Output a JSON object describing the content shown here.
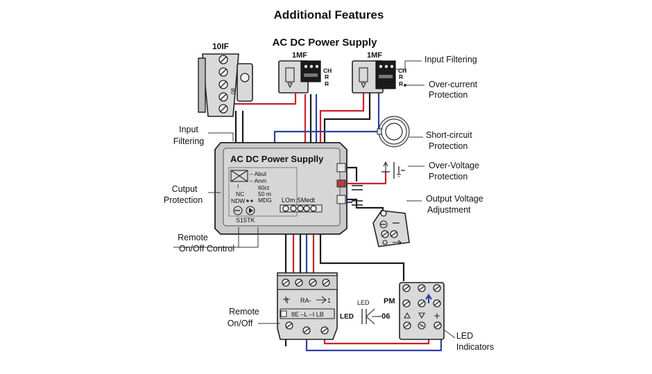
{
  "header": {
    "title": "Additional Features",
    "subtitle": "AC DC Power Supply"
  },
  "components": {
    "terminal_block_label": "10IF",
    "breaker_left_label": "1MF",
    "breaker_right_label": "1MF",
    "breaker_side_text": [
      "CH",
      "R",
      "R"
    ],
    "psu_title": "AC DC Power Supplly",
    "psu_specs": [
      "– Abut",
      "– Anm",
      "60ct",
      "50 m",
      "MDG"
    ],
    "psu_status_rows": [
      "NC",
      "NDW"
    ],
    "psu_model": "S15TK",
    "psu_terminal_label": "LOm SMedt",
    "relay_top_text": "RA-",
    "relay_right_text": "1",
    "relay_bottom_text": "8E –L –I  LB",
    "led_small_label": "LED",
    "led_label": "LED",
    "led_code": "–06",
    "pm_label": "PM"
  },
  "callouts": {
    "input_filtering_top": "Input Filtering",
    "overcurrent": [
      "Over-current",
      "Protection"
    ],
    "input_filtering_left": [
      "Input",
      "Filtering"
    ],
    "short_circuit": [
      "Short-circuit",
      "Protection"
    ],
    "overvoltage": [
      "Over-Voltage",
      "Protection"
    ],
    "output_protection": [
      "Cutput",
      "Protection"
    ],
    "output_voltage_adj": [
      "Output Voltage",
      "Adjustment"
    ],
    "remote_control": [
      "Remote",
      "On/Off Control"
    ],
    "remote_onoff": [
      "Remote",
      "On/Off"
    ],
    "led_indicators": [
      "LED",
      "Indicators"
    ]
  },
  "colors": {
    "wire_black": "#1a1a1a",
    "wire_red": "#c8202a",
    "wire_blue": "#2b3fa6",
    "device_gray": "#d9d9d9"
  }
}
